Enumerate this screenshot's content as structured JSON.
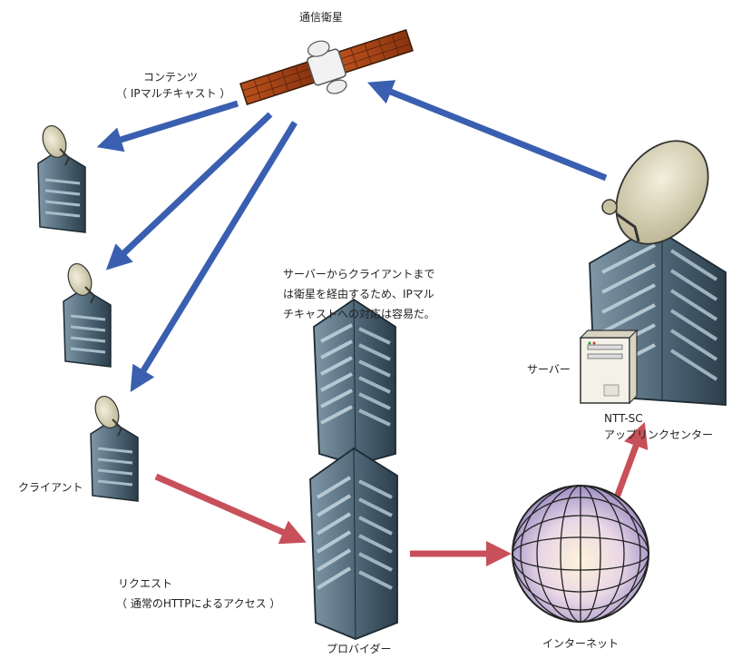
{
  "satellite": {
    "label": "通信衛星"
  },
  "contents": {
    "line1": "コンテンツ",
    "line2": "（ IPマルチキャスト ）"
  },
  "note": {
    "line1": "サーバーからクライアントまで",
    "line2": "は衛星を経由するため、IPマル",
    "line3": "チキャストへの対応は容易だ。"
  },
  "server": {
    "label": "サーバー"
  },
  "center": {
    "line1": "NTT-SC",
    "line2": "アップリンクセンター"
  },
  "client": {
    "label": "クライアント"
  },
  "request": {
    "line1": "リクエスト",
    "line2": "（ 通常のHTTPによるアクセス ）"
  },
  "provider": {
    "label": "プロバイダー"
  },
  "internet": {
    "label": "インターネット"
  },
  "colors": {
    "blue_arrow": "#3a5fb0",
    "red_arrow": "#c8505a",
    "building": "#4f6878",
    "dish": "#d8d2b0",
    "globe": "#d7cdea"
  }
}
